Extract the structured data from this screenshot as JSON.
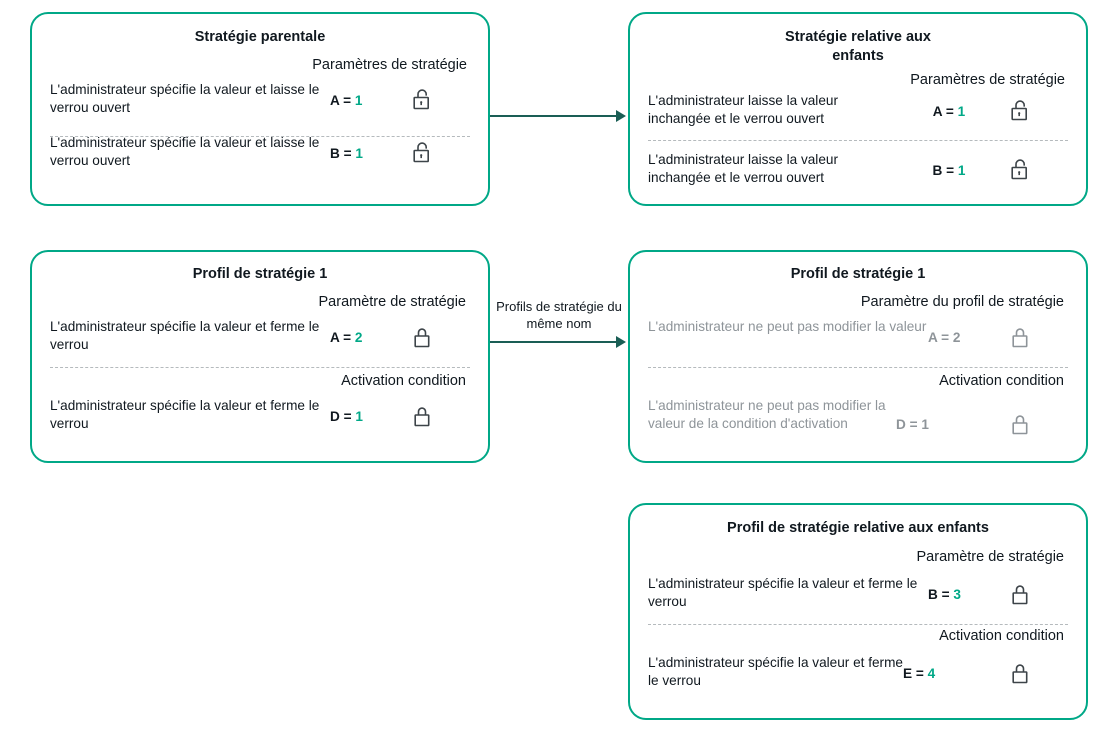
{
  "diagram": {
    "accent_color": "#00a887",
    "value_color": "#00a887",
    "arrow_color": "#1a5e55",
    "muted_color": "#8e9499",
    "text_color": "#10181f"
  },
  "boxes": {
    "parent_policy": {
      "title": "Stratégie parentale",
      "sections": [
        {
          "label": "Paramètres de stratégie",
          "rows": [
            {
              "desc": "L'administrateur spécifie la valeur et laisse le verrou ouvert",
              "key": "A",
              "equals": "=",
              "value": "1",
              "lock": "unlocked-icon",
              "disabled": false
            },
            {
              "desc": "L'administrateur spécifie la valeur et laisse le verrou ouvert",
              "key": "B",
              "equals": "=",
              "value": "1",
              "lock": "unlocked-icon",
              "disabled": false
            }
          ]
        }
      ]
    },
    "child_policy": {
      "title": "Stratégie relative aux enfants",
      "sections": [
        {
          "label": "Paramètres de stratégie",
          "rows": [
            {
              "desc": "L'administrateur laisse la valeur inchangée et le verrou ouvert",
              "key": "A",
              "equals": "=",
              "value": "1",
              "lock": "unlocked-icon",
              "disabled": false
            },
            {
              "desc": "L'administrateur laisse la valeur inchangée et le verrou ouvert",
              "key": "B",
              "equals": "=",
              "value": "1",
              "lock": "unlocked-icon",
              "disabled": false
            }
          ]
        }
      ]
    },
    "profile_left": {
      "title": "Profil de stratégie 1",
      "sections": [
        {
          "label": "Paramètre de stratégie",
          "rows": [
            {
              "desc": "L'administrateur spécifie la valeur et ferme le verrou",
              "key": "A",
              "equals": "=",
              "value": "2",
              "lock": "locked-icon",
              "disabled": false
            }
          ]
        },
        {
          "label": "Activation condition",
          "rows": [
            {
              "desc": "L'administrateur spécifie la valeur et ferme le verrou",
              "key": "D",
              "equals": "=",
              "value": "1",
              "lock": "locked-icon",
              "disabled": false
            }
          ]
        }
      ]
    },
    "profile_right": {
      "title": "Profil de stratégie 1",
      "sections": [
        {
          "label": "Paramètre du profil de stratégie",
          "rows": [
            {
              "desc": "L'administrateur ne peut pas modifier la valeur",
              "key": "A",
              "equals": "=",
              "value": "2",
              "lock": "locked-icon",
              "disabled": true
            }
          ]
        },
        {
          "label": "Activation condition",
          "rows": [
            {
              "desc": "L'administrateur ne peut pas modifier  la valeur de la condition d'activation",
              "key": "D",
              "equals": "=",
              "value": "1",
              "lock": "locked-icon",
              "disabled": true
            }
          ]
        }
      ]
    },
    "profile_child": {
      "title": "Profil de stratégie relative aux enfants",
      "sections": [
        {
          "label": "Paramètre de stratégie",
          "rows": [
            {
              "desc": "L'administrateur spécifie la valeur et ferme le verrou",
              "key": "B",
              "equals": "=",
              "value": "3",
              "lock": "locked-icon",
              "disabled": false
            }
          ]
        },
        {
          "label": "Activation condition",
          "rows": [
            {
              "desc": "L'administrateur spécifie la valeur et ferme le verrou",
              "key": "E",
              "equals": "=",
              "value": "4",
              "lock": "locked-icon",
              "disabled": false
            }
          ]
        }
      ]
    }
  },
  "arrows": {
    "top": {
      "label": ""
    },
    "middle": {
      "label": "Profils de stratégie du même nom"
    }
  }
}
